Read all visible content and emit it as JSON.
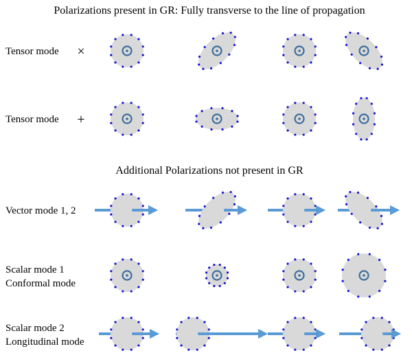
{
  "title_gr": "Polarizations present in GR: Fully transverse to the line of propagation",
  "title_additional": "Additional Polarizations not present in GR",
  "rows": [
    {
      "key": "tensor-cross",
      "label_lines": [
        "Tensor mode"
      ],
      "symbol": "×",
      "marker": "propagation-dot",
      "frames": [
        "circle",
        "ellipse-tilt-right",
        "circle",
        "ellipse-tilt-left"
      ]
    },
    {
      "key": "tensor-plus",
      "label_lines": [
        "Tensor mode"
      ],
      "symbol": "+",
      "marker": "propagation-dot",
      "frames": [
        "circle",
        "ellipse-horizontal",
        "circle",
        "ellipse-vertical"
      ]
    },
    {
      "key": "vector",
      "label_lines": [
        "Vector mode 1, 2"
      ],
      "symbol": "",
      "marker": "propagation-arrow",
      "frames": [
        "circle",
        "ellipse-tilt-right",
        "circle",
        "ellipse-tilt-left"
      ]
    },
    {
      "key": "scalar-1",
      "label_lines": [
        "Scalar mode 1",
        "Conformal mode"
      ],
      "symbol": "",
      "marker": "propagation-dot",
      "frames": [
        "circle",
        "circle-small",
        "circle",
        "circle-large"
      ]
    },
    {
      "key": "scalar-2",
      "label_lines": [
        "Scalar mode 2",
        "Longitudinal mode"
      ],
      "symbol": "",
      "marker": "propagation-arrow",
      "frames": [
        "circle",
        "circle-shifted-left",
        "circle",
        "circle-shifted-right"
      ]
    }
  ],
  "colors": {
    "ring_fill": "#d9d9d9",
    "particle": "#1414d2",
    "propagation": "#3d6e9c",
    "arrow": "#5b9bd5"
  }
}
